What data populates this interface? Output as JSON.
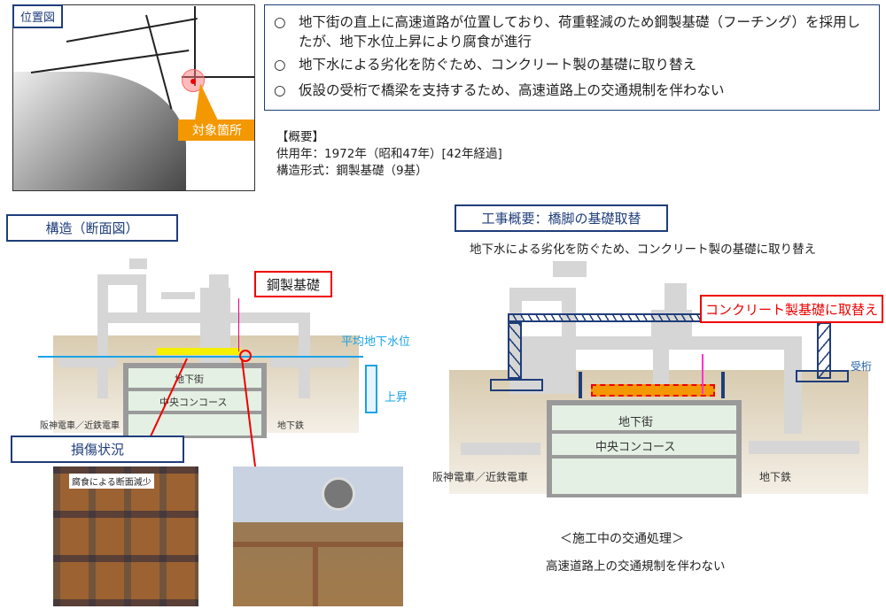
{
  "location_map": {
    "title": "位置図",
    "target_label": "対象箇所"
  },
  "summary_points": [
    {
      "marker": "○",
      "text": "地下街の直上に高速道路が位置しており、荷重軽減のため鋼製基礎（フーチング）を採用したが、地下水位上昇により腐食が進行"
    },
    {
      "marker": "○",
      "text": "地下水による劣化を防ぐため、コンクリート製の基礎に取り替え"
    },
    {
      "marker": "○",
      "text": "仮設の受桁で橋梁を支持するため、高速道路上の交通規制を伴わない"
    }
  ],
  "overview": {
    "heading": "【概要】",
    "service_year": "供用年：1972年（昭和47年）[42年経過]",
    "structure_type": "構造形式：鋼製基礎（9基）"
  },
  "structure_section": {
    "title": "構造（断面図）",
    "callout": "鋼製基礎",
    "water_level": "平均地下水位",
    "rise": "上昇",
    "labels": {
      "underground_mall": "地下街",
      "concourse": "中央コンコース",
      "railway": "阪神電車／近鉄電車",
      "subway": "地下鉄"
    }
  },
  "damage": {
    "title": "損傷状況",
    "photo1_caption": "腐食による断面減少"
  },
  "work": {
    "title": "工事概要：橋脚の基礎取替",
    "subtitle": "地下水による劣化を防ぐため、コンクリート製の基礎に取り替え",
    "callout": "コンクリート製基礎に取替え",
    "support_girder": "受桁",
    "labels": {
      "underground_mall": "地下街",
      "concourse": "中央コンコース",
      "railway": "阪神電車／近鉄電車",
      "subway": "地下鉄"
    },
    "traffic_heading": "＜施工中の交通処理＞",
    "traffic_text": "高速道路上の交通規制を伴わない"
  },
  "colors": {
    "navy": "#1f3d7a",
    "orange": "#f39800",
    "red": "#ff0000",
    "water": "#1aa3e8",
    "magenta": "#e6007e"
  }
}
